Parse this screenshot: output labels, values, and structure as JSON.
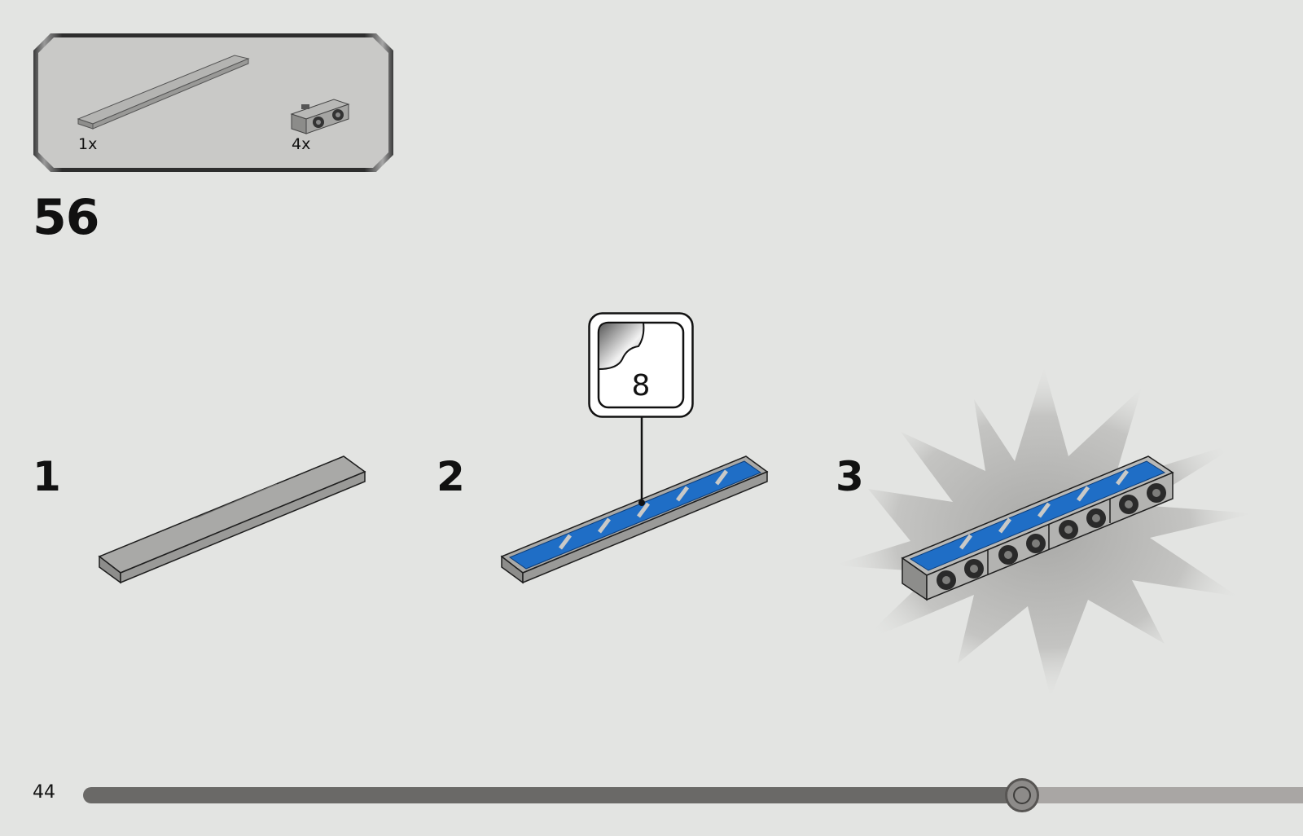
{
  "parts_list": {
    "items": [
      {
        "name": "gray-tile-1x8",
        "count": "1x"
      },
      {
        "name": "gray-bracket-1x2-inverted",
        "count": "4x"
      }
    ]
  },
  "step": {
    "number": "56"
  },
  "sub_steps": [
    {
      "label": "1",
      "description_icon": "gray-tile"
    },
    {
      "label": "2",
      "description_icon": "tile-with-blue-sticker"
    },
    {
      "label": "3",
      "description_icon": "assembled-tile-with-brackets"
    }
  ],
  "sticker_callout": {
    "number": "8",
    "icon": "sticker-peel-icon"
  },
  "page": {
    "number": "44",
    "progress": 0.77
  },
  "colors": {
    "background": "#e3e4e2",
    "tile_gray": "#a3a3a1",
    "sticker_blue": "#1f6ec6",
    "burst": "#bdbdbb"
  }
}
